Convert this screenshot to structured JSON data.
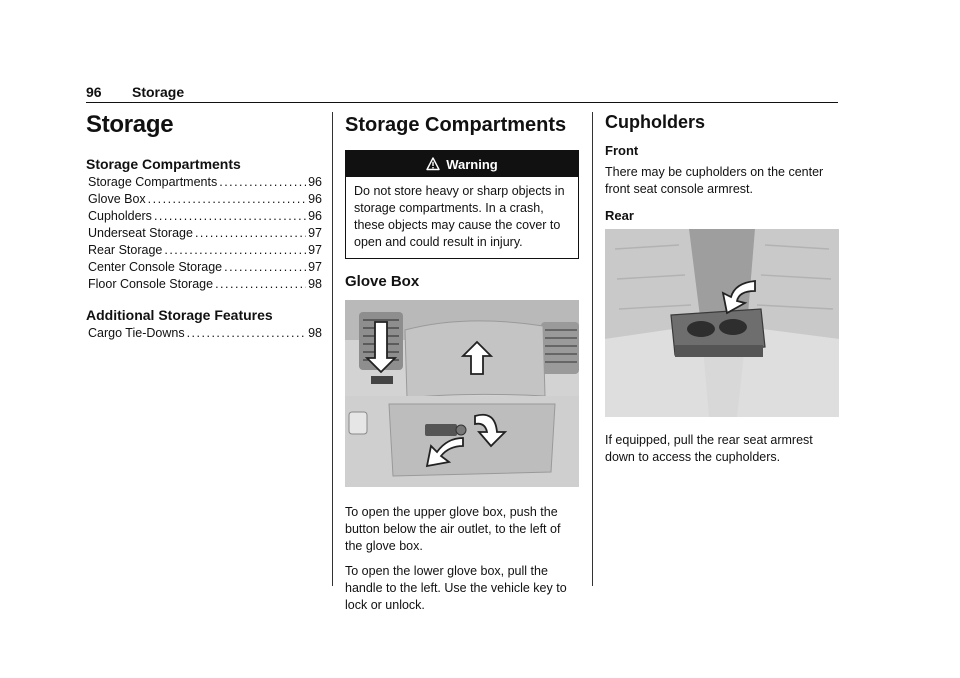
{
  "header": {
    "page_number": "96",
    "title": "Storage"
  },
  "toc": {
    "title": "Storage",
    "sections": [
      {
        "heading": "Storage Compartments",
        "entries": [
          {
            "label": "Storage Compartments",
            "page": "96"
          },
          {
            "label": "Glove Box",
            "page": "96"
          },
          {
            "label": "Cupholders",
            "page": "96"
          },
          {
            "label": "Underseat Storage",
            "page": "97"
          },
          {
            "label": "Rear Storage",
            "page": "97"
          },
          {
            "label": "Center Console Storage",
            "page": "97"
          },
          {
            "label": "Floor Console Storage",
            "page": "98"
          }
        ]
      },
      {
        "heading": "Additional Storage Features",
        "entries": [
          {
            "label": "Cargo Tie-Downs",
            "page": "98"
          }
        ]
      }
    ]
  },
  "storage_compartments": {
    "title": "Storage Compartments",
    "warning": {
      "label": "Warning",
      "text": "Do not store heavy or sharp objects in storage compartments. In a crash, these objects may cause the cover to open and could result in injury."
    }
  },
  "glove_box": {
    "title": "Glove Box",
    "para1": "To open the upper glove box, push the button below the air outlet, to the left of the glove box.",
    "para2": "To open the lower glove box, pull the handle to the left. Use the vehicle key to lock or unlock."
  },
  "cupholders": {
    "title": "Cupholders",
    "front_heading": "Front",
    "front_text": "There may be cupholders on the center front seat console armrest.",
    "rear_heading": "Rear",
    "rear_text": "If equipped, pull the rear seat armrest down to access the cupholders."
  },
  "colors": {
    "text": "#111111",
    "warning_bar": "#111111",
    "rule": "#333333"
  },
  "icons": {
    "warning": "warning-triangle-icon"
  }
}
